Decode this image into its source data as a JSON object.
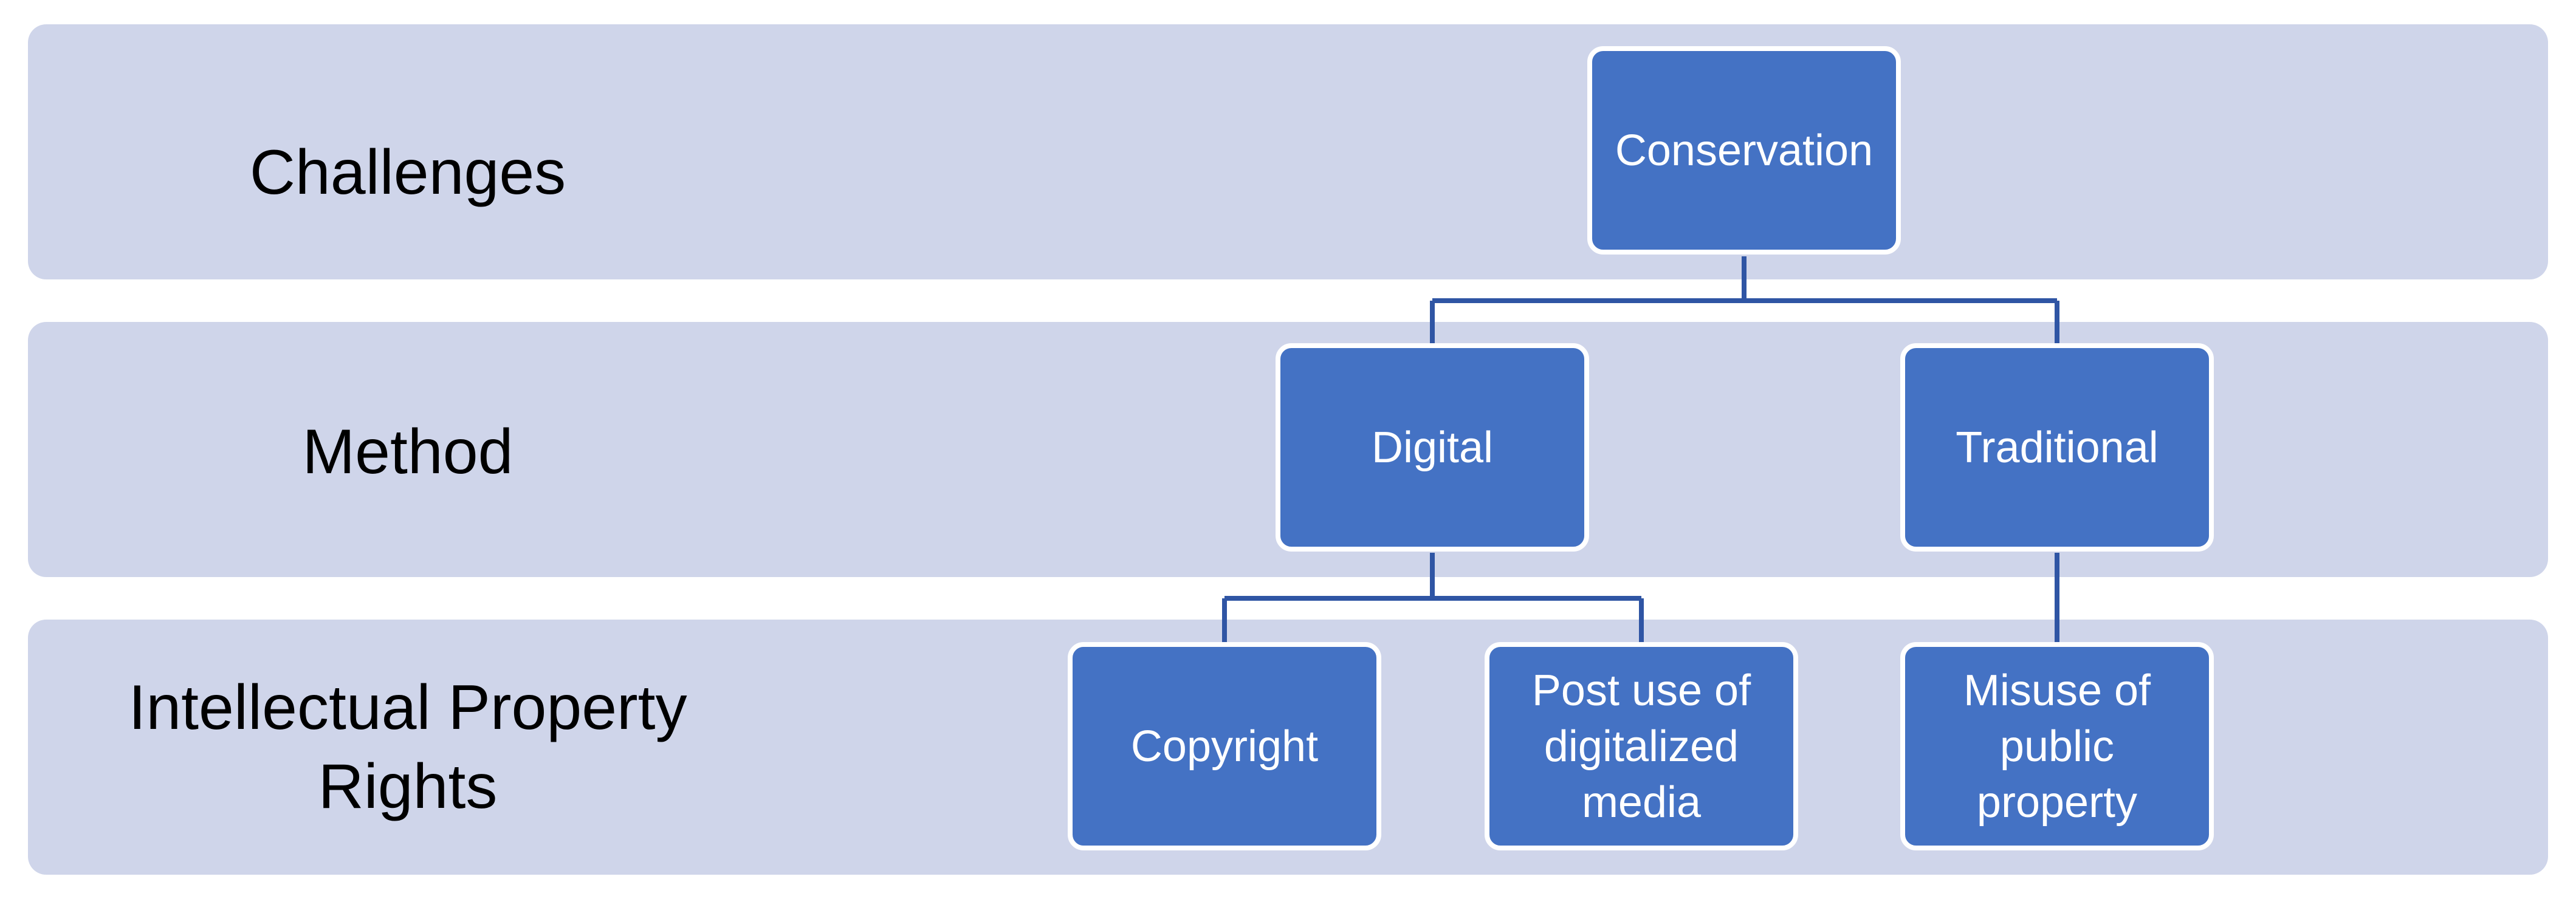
{
  "colors": {
    "band_fill": "#cfd5ea",
    "node_fill": "#4472c4",
    "node_border": "#ffffff",
    "connector": "#2f55a4",
    "label_text": "#000000",
    "node_text": "#ffffff"
  },
  "bands": [
    {
      "label": "Challenges"
    },
    {
      "label": "Method"
    },
    {
      "label": "Intellectual Property\nRights"
    }
  ],
  "nodes": {
    "conservation": "Conservation",
    "digital": "Digital",
    "traditional": "Traditional",
    "copyright": "Copyright",
    "post_use": "Post use of\ndigitalized\nmedia",
    "misuse": "Misuse of\npublic\nproperty"
  }
}
